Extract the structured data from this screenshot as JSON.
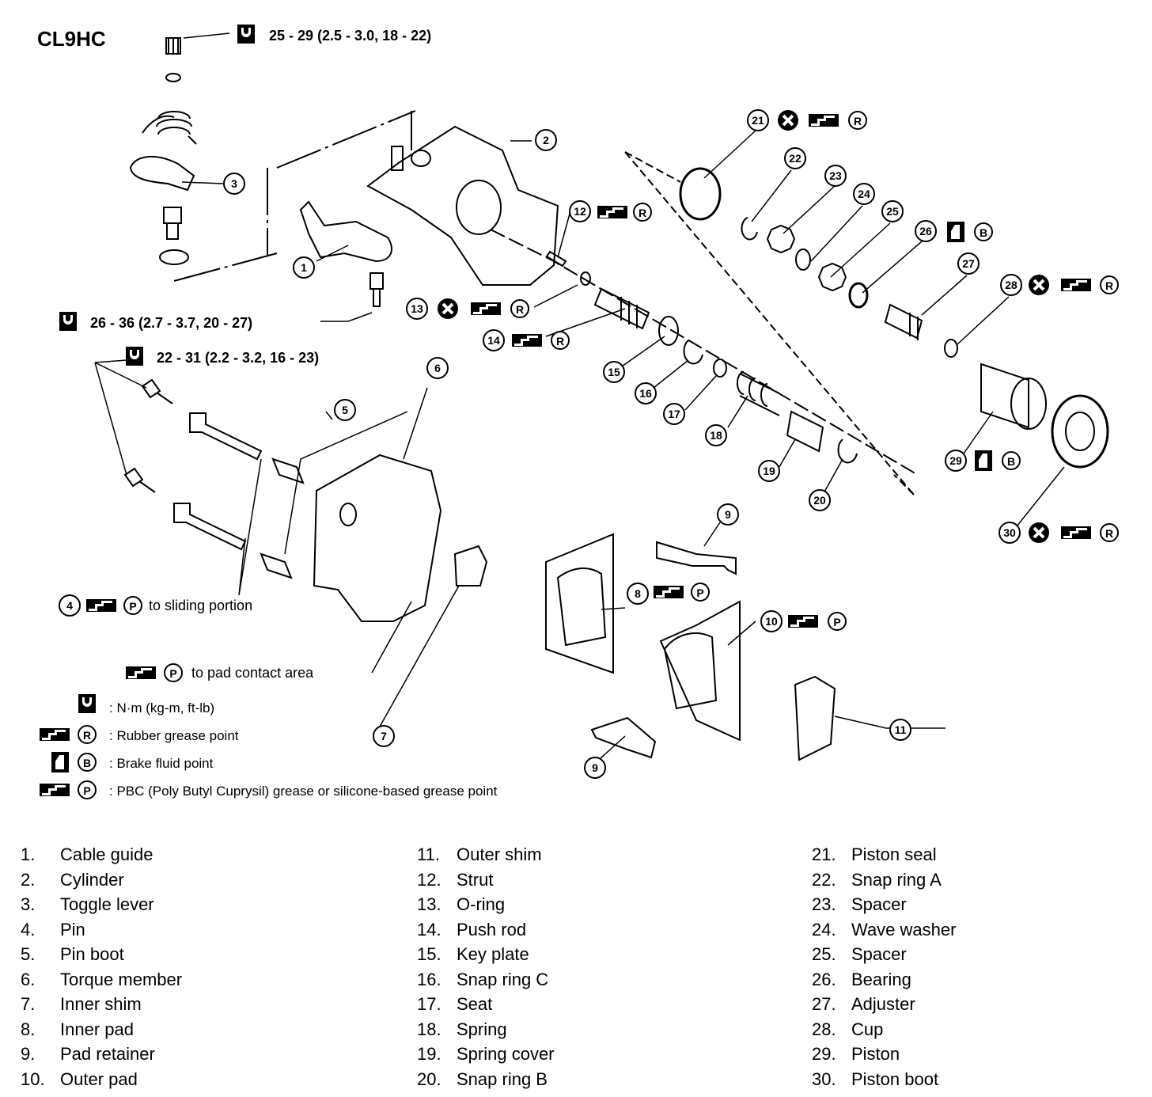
{
  "diagram_code": "CL9HC",
  "torque_specs": [
    "25 - 29 (2.5 - 3.0, 18 - 22)",
    "26 - 36 (2.7 - 3.7, 20 - 27)",
    "22 - 31 (2.2 - 3.2, 16 - 23)"
  ],
  "annotations": {
    "to_sliding_portion": "to sliding portion",
    "to_pad_contact_area": "to pad contact area"
  },
  "legend": [
    {
      "symbol": "torque-wrench-icon",
      "text": ": N·m (kg-m, ft-lb)"
    },
    {
      "symbol": "rubber-grease-icon",
      "letter": "R",
      "text": ": Rubber grease point"
    },
    {
      "symbol": "brake-fluid-icon",
      "letter": "B",
      "text": ": Brake fluid point"
    },
    {
      "symbol": "pbc-grease-icon",
      "letter": "P",
      "text": ": PBC (Poly Butyl Cuprysil) grease or silicone-based grease point"
    }
  ],
  "callout_numbers": [
    "1",
    "2",
    "3",
    "4",
    "5",
    "6",
    "7",
    "8",
    "9",
    "9",
    "10",
    "11",
    "12",
    "13",
    "14",
    "15",
    "16",
    "17",
    "18",
    "19",
    "20",
    "21",
    "22",
    "23",
    "24",
    "25",
    "26",
    "27",
    "28",
    "29",
    "30"
  ],
  "symbol_letters": {
    "rubber": "R",
    "fluid": "B",
    "pbc": "P"
  },
  "parts": [
    {
      "num": "1.",
      "name": "Cable guide"
    },
    {
      "num": "2.",
      "name": "Cylinder"
    },
    {
      "num": "3.",
      "name": "Toggle lever"
    },
    {
      "num": "4.",
      "name": "Pin"
    },
    {
      "num": "5.",
      "name": "Pin boot"
    },
    {
      "num": "6.",
      "name": "Torque member"
    },
    {
      "num": "7.",
      "name": "Inner shim"
    },
    {
      "num": "8.",
      "name": "Inner pad"
    },
    {
      "num": "9.",
      "name": "Pad retainer"
    },
    {
      "num": "10.",
      "name": "Outer pad"
    },
    {
      "num": "11.",
      "name": "Outer shim"
    },
    {
      "num": "12.",
      "name": "Strut"
    },
    {
      "num": "13.",
      "name": "O-ring"
    },
    {
      "num": "14.",
      "name": "Push rod"
    },
    {
      "num": "15.",
      "name": "Key plate"
    },
    {
      "num": "16.",
      "name": "Snap ring C"
    },
    {
      "num": "17.",
      "name": "Seat"
    },
    {
      "num": "18.",
      "name": "Spring"
    },
    {
      "num": "19.",
      "name": "Spring cover"
    },
    {
      "num": "20.",
      "name": "Snap ring B"
    },
    {
      "num": "21.",
      "name": "Piston seal"
    },
    {
      "num": "22.",
      "name": "Snap ring A"
    },
    {
      "num": "23.",
      "name": "Spacer"
    },
    {
      "num": "24.",
      "name": "Wave washer"
    },
    {
      "num": "25.",
      "name": "Spacer"
    },
    {
      "num": "26.",
      "name": "Bearing"
    },
    {
      "num": "27.",
      "name": "Adjuster"
    },
    {
      "num": "28.",
      "name": "Cup"
    },
    {
      "num": "29.",
      "name": "Piston"
    },
    {
      "num": "30.",
      "name": "Piston boot"
    }
  ]
}
